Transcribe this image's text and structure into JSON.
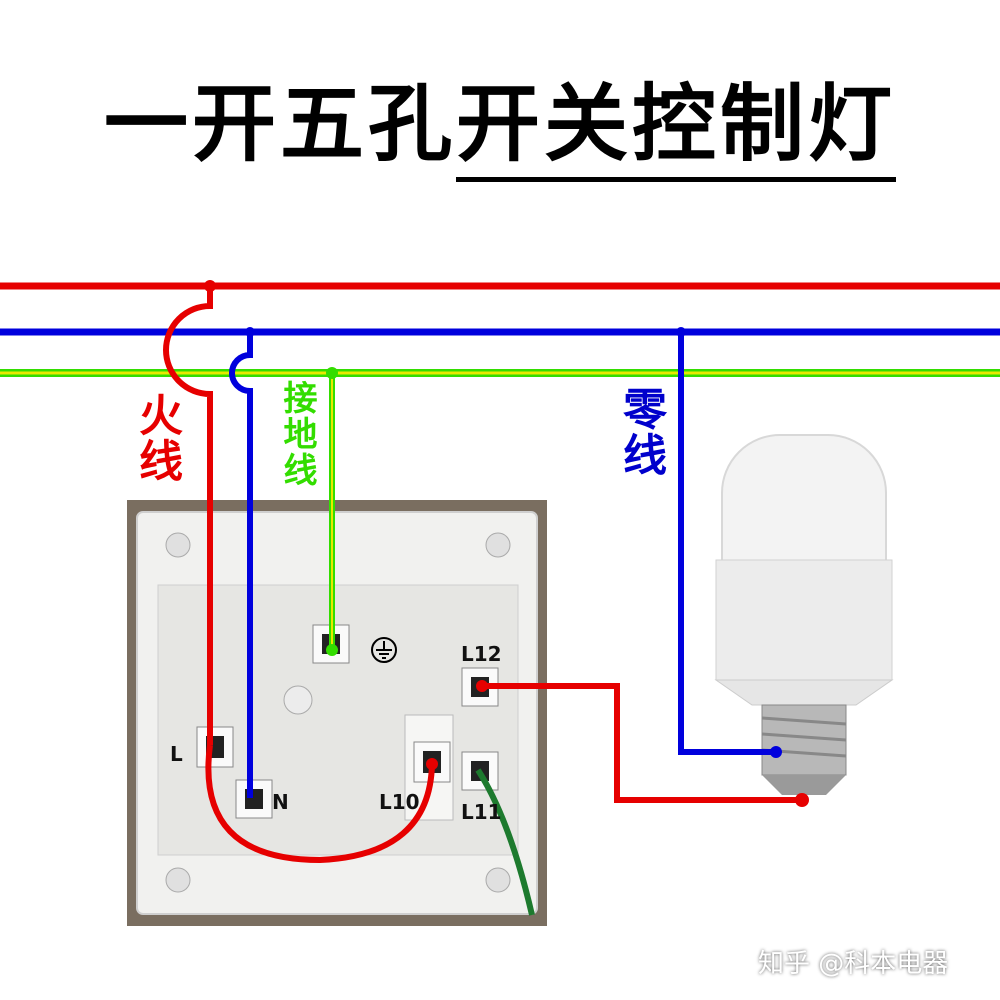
{
  "title": {
    "part1": "一开五孔",
    "part2": "开关控制灯"
  },
  "wire_labels": {
    "live": "火线",
    "ground": "接地线",
    "neutral": "零线"
  },
  "terminals": {
    "L": "L",
    "N": "N",
    "L10": "L10",
    "L11": "L11",
    "L12": "L12"
  },
  "watermark": "知乎 @科本电器",
  "colors": {
    "live": "#e60000",
    "neutral": "#0000dd",
    "ground_green": "#33dd00",
    "ground_yellow": "#e8e800",
    "background": "#ffffff"
  },
  "icons": {
    "ground_symbol": "earth-ground-icon",
    "bulb": "led-bulb-icon"
  }
}
